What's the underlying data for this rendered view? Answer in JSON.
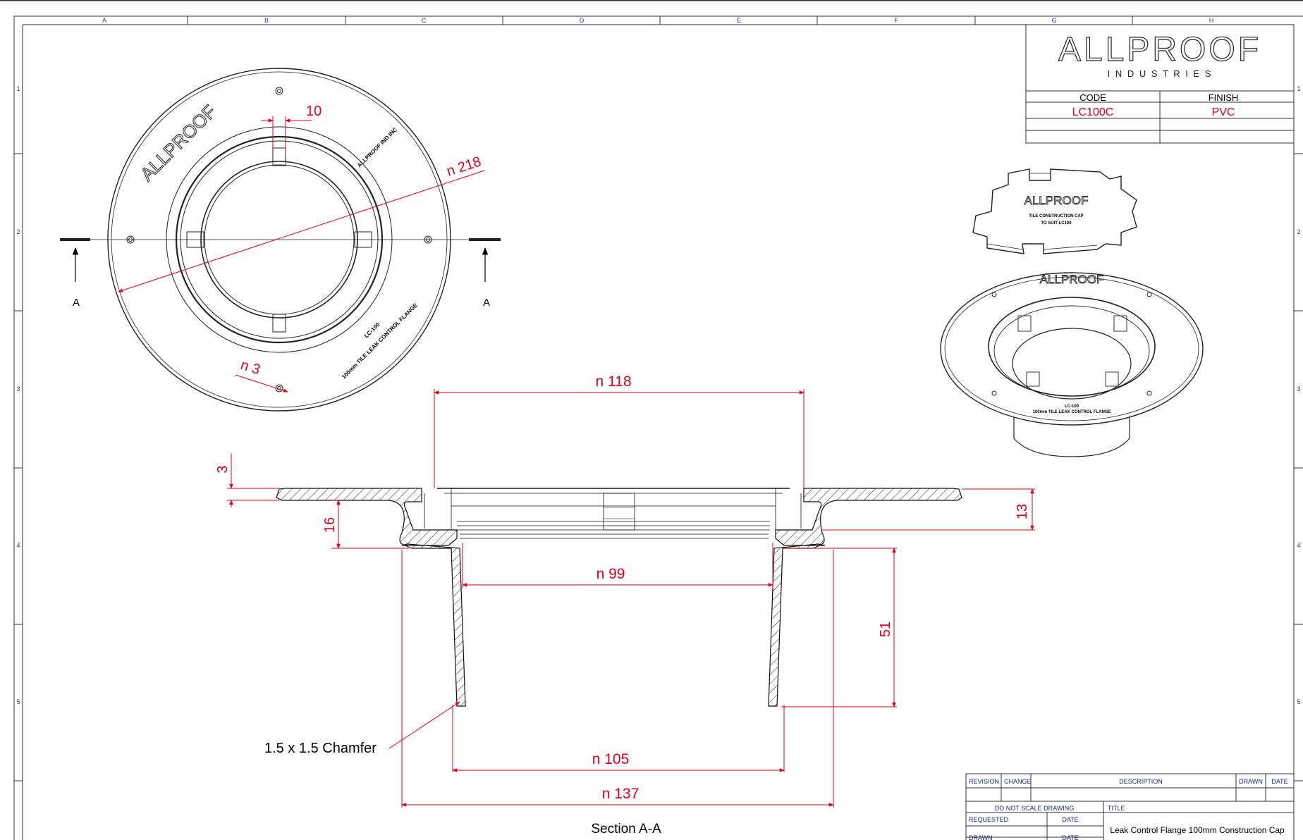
{
  "grid": {
    "columns": [
      "A",
      "B",
      "C",
      "D",
      "E",
      "F",
      "G",
      "H"
    ],
    "rows": [
      "1",
      "2",
      "3",
      "4",
      "5"
    ]
  },
  "brand": {
    "name": "ALLPROOF",
    "tagline": "I N D U S T R I E S"
  },
  "spec": {
    "code_header": "CODE",
    "finish_header": "FINISH",
    "code": "LC100C",
    "finish": "PVC"
  },
  "top_view": {
    "section_mark": "A",
    "dims": {
      "slot_width": "10",
      "outer_dia": "n 218",
      "hole_dia": "n 3"
    },
    "engraving": {
      "model": "LC-100",
      "product": "100mm TILE LEAK CONTROL FLANGE",
      "maker": "ALLPROOF IND INC",
      "brand_top": "ALLPROOF"
    }
  },
  "section_view": {
    "title": "Section A-A",
    "chamfer_note": "1.5 x 1.5 Chamfer",
    "dims": {
      "inner_top": "n 118",
      "thread_inner": "n 99",
      "pipe_inner": "n 105",
      "pipe_outer": "n 137",
      "flange_thk": "3",
      "socket_depth": "16",
      "lip_height": "13",
      "pipe_length": "51"
    }
  },
  "iso_view": {
    "cap_text_brand": "ALLPROOF",
    "cap_text_1": "TILE CONSTRUCTION CAP",
    "cap_text_2": "TO SUIT LC100",
    "flange_brand": "ALLPROOF",
    "flange_model": "LC-100",
    "flange_product": "100mm TILE LEAK CONTROL FLANGE"
  },
  "title_block": {
    "headers": [
      "REVISION",
      "CHANGE",
      "DESCRIPTION",
      "DRAWN",
      "DATE"
    ],
    "do_not_scale": "DO NOT SCALE DRAWING",
    "title_label": "TITLE",
    "requested": "REQUESTED",
    "date_label": "DATE",
    "drawn": "DRAWN",
    "title": "Leak Control Flange 100mm Construction Cap"
  }
}
